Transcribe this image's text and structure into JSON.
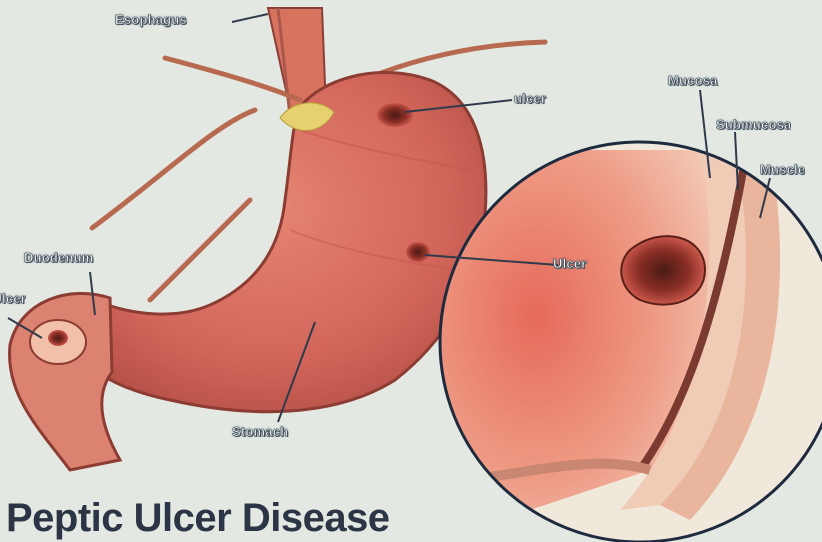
{
  "title": "Peptic Ulcer Disease",
  "labels": {
    "esophagus": "Esophagus",
    "ulcer_top": "ulcer",
    "mucosa": "Mucosa",
    "submucosa": "Submucosa",
    "muscle": "Muscle",
    "duodenum": "Duodenum",
    "ulcer_left": "Ulcer",
    "ulcer_middle": "Ulcer",
    "stomach": "Stomach"
  },
  "colors": {
    "background": "#e3e9e2",
    "stomach": "#d96a5c",
    "stomach_dark": "#a8473f",
    "tissue": "#e8b49a",
    "title": "#2b3546",
    "circle_outline": "#1e2a3e"
  }
}
